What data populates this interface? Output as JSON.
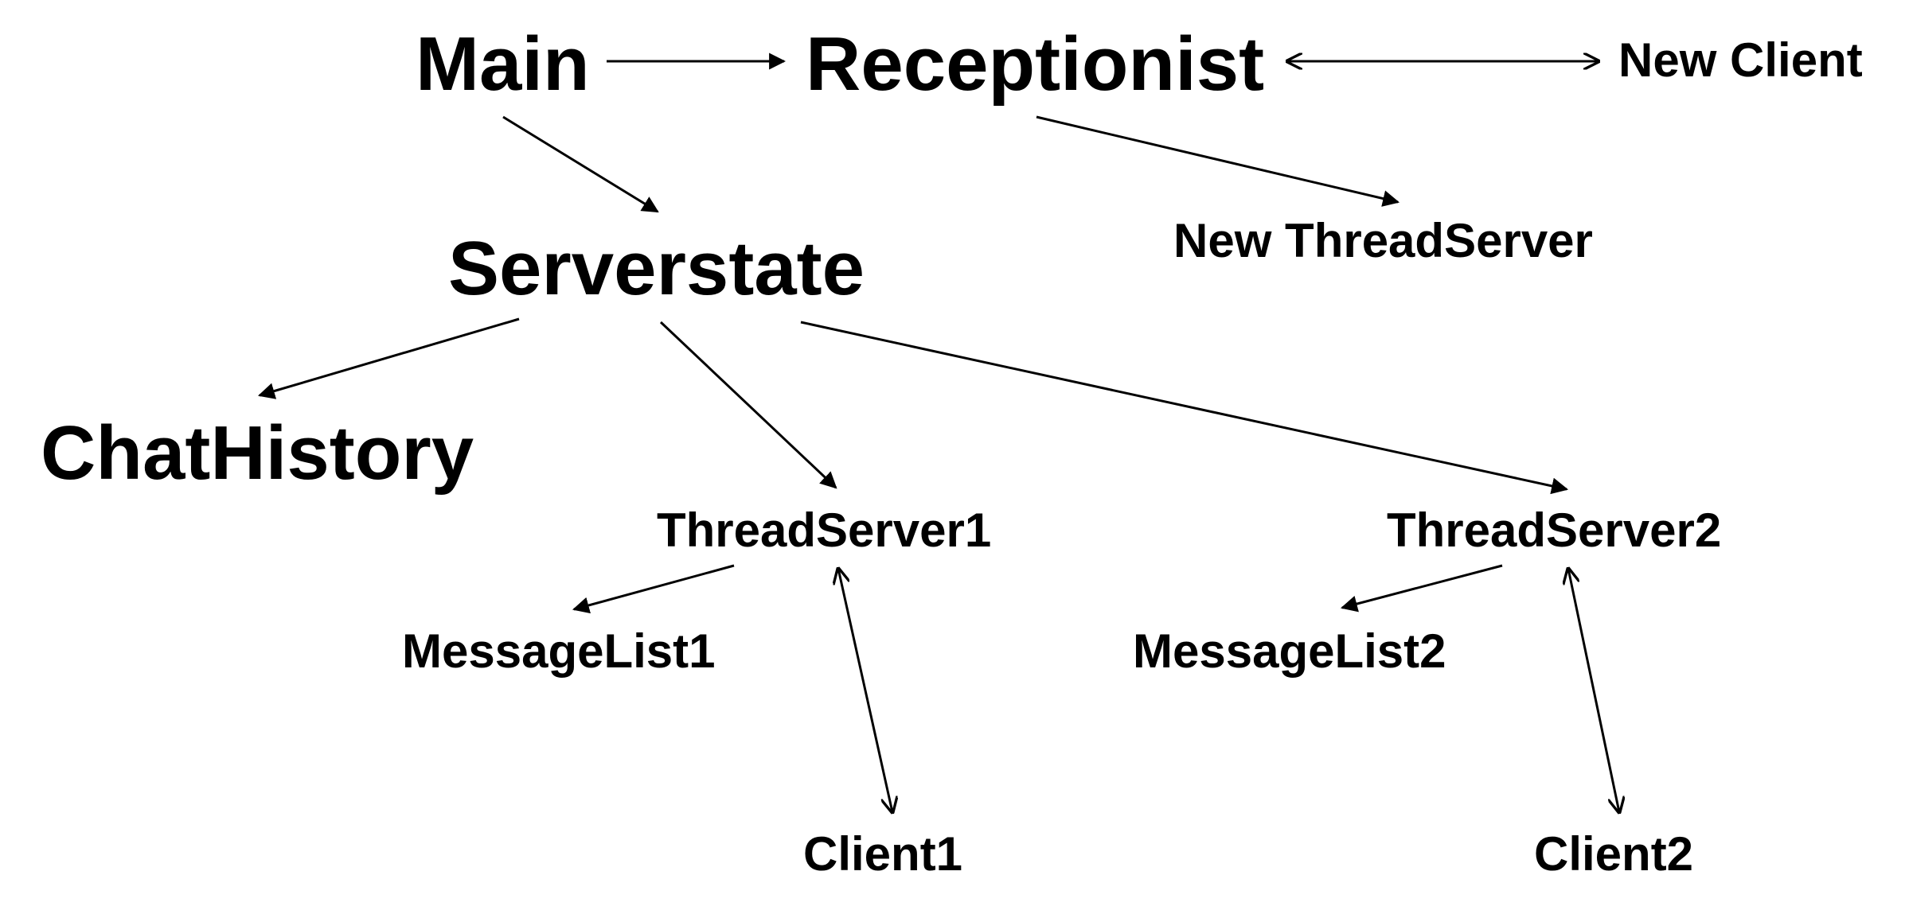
{
  "diagram": {
    "nodes": {
      "main": "Main",
      "receptionist": "Receptionist",
      "new_client": "New Client",
      "serverstate": "Serverstate",
      "new_threadserver": "New ThreadServer",
      "chathistory": "ChatHistory",
      "threadserver1": "ThreadServer1",
      "threadserver2": "ThreadServer2",
      "messagelist1": "MessageList1",
      "messagelist2": "MessageList2",
      "client1": "Client1",
      "client2": "Client2"
    },
    "edges": [
      {
        "from": "Main",
        "to": "Receptionist",
        "direction": "forward"
      },
      {
        "from": "Receptionist",
        "to": "New Client",
        "direction": "both"
      },
      {
        "from": "Main",
        "to": "Serverstate",
        "direction": "forward"
      },
      {
        "from": "Receptionist",
        "to": "New ThreadServer",
        "direction": "forward"
      },
      {
        "from": "Serverstate",
        "to": "ChatHistory",
        "direction": "forward"
      },
      {
        "from": "Serverstate",
        "to": "ThreadServer1",
        "direction": "forward"
      },
      {
        "from": "Serverstate",
        "to": "ThreadServer2",
        "direction": "forward"
      },
      {
        "from": "ThreadServer1",
        "to": "MessageList1",
        "direction": "forward"
      },
      {
        "from": "ThreadServer1",
        "to": "Client1",
        "direction": "both"
      },
      {
        "from": "ThreadServer2",
        "to": "MessageList2",
        "direction": "forward"
      },
      {
        "from": "ThreadServer2",
        "to": "Client2",
        "direction": "both"
      }
    ]
  }
}
